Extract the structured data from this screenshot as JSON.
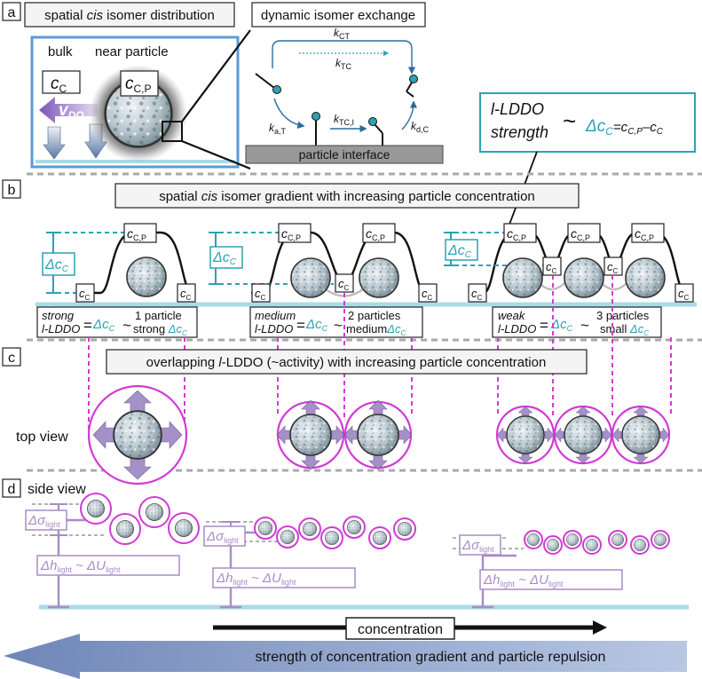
{
  "panel_letters": [
    "a",
    "b",
    "c",
    "d"
  ],
  "a": {
    "box1_pre": "spatial ",
    "box1_em": "cis",
    "box1_post": " isomer distribution",
    "box2": "dynamic isomer exchange",
    "bulk": "bulk",
    "near": "near particle",
    "cc_main": "c",
    "cc_sub": "C",
    "ccp_main": "c",
    "ccp_sub": "C,P",
    "v_main": "v",
    "v_sub": "DO",
    "k_ct_main": "k",
    "k_ct_sub": "CT",
    "k_tc_main": "k",
    "k_tc_sub": "TC",
    "k_at_main": "k",
    "k_at_sub": "a,T",
    "k_tci_main": "k",
    "k_tci_sub": "TC,I",
    "k_dc_main": "k",
    "k_dc_sub": "d,C",
    "interface": "particle interface",
    "strength_l1": "l-LDDO",
    "strength_l2": "strength",
    "tilde": "~",
    "delta_main": "Δc",
    "delta_sub": "C",
    "eq_a_main": "=c",
    "eq_a_sub": "C,P",
    "eq_b_main": "–c",
    "eq_b_sub": "C"
  },
  "b": {
    "title_pre": "spatial ",
    "title_em": "cis",
    "title_post": " isomer gradient with increasing particle concentration",
    "strong_w": "strong",
    "medium_w": "medium",
    "weak_w": "weak",
    "lld": "l-LDDO",
    "eq": "=",
    "tilde": "~",
    "p1": "1 particle",
    "p2": "2 particles",
    "p3": "3 particles",
    "s1": "strong",
    "s2": "medium",
    "s3": "small"
  },
  "c": {
    "title_pre": "overlapping ",
    "title_em": "l",
    "title_post": "-LDDO (~activity) with increasing particle concentration",
    "top_view": "top view"
  },
  "d": {
    "side_view": "side view",
    "sigma_main": "Δσ",
    "sigma_sub": "light",
    "h_main": "Δh",
    "h_sub": "light",
    "tilde": " ~ ",
    "u_main": "ΔU",
    "u_sub": "light"
  },
  "bottom": {
    "concentration": "concentration",
    "strength": "strength of concentration gradient and particle repulsion"
  },
  "colors": {
    "teal": "#2aa3b3",
    "lavender": "#a98bc8",
    "magenta": "#d23ad6",
    "frame_blue": "#5b9bd5",
    "substrate": "#a9dbe6"
  }
}
